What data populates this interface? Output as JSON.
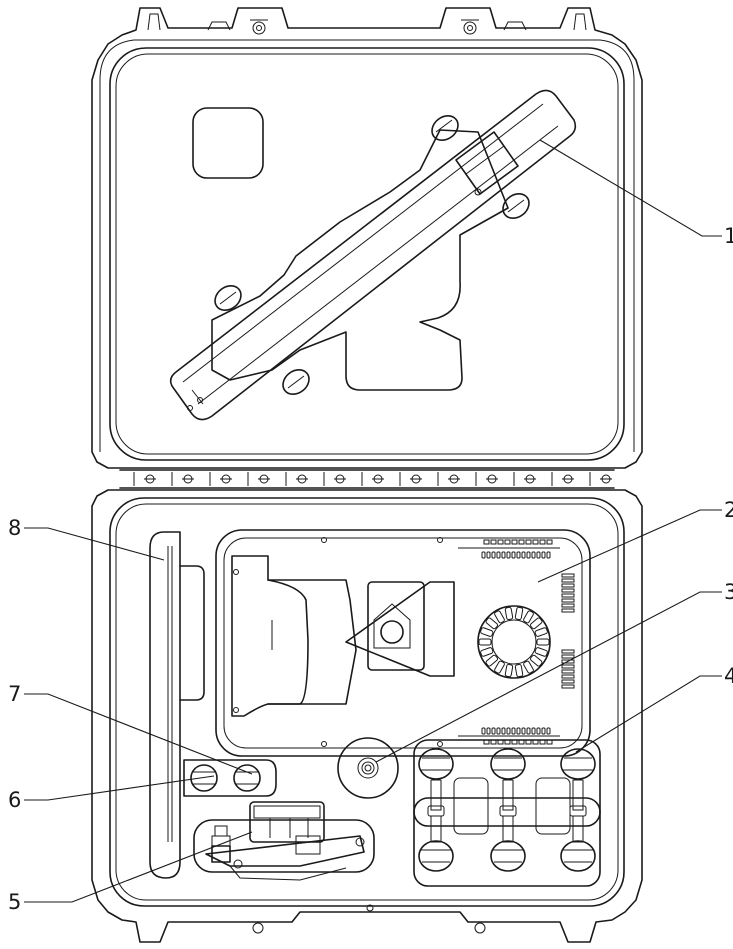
{
  "callouts": [
    {
      "id": "1",
      "text": "1",
      "part": "monopod"
    },
    {
      "id": "2",
      "text": "2",
      "part": "base-plate"
    },
    {
      "id": "3",
      "text": "3",
      "part": "knob"
    },
    {
      "id": "4",
      "text": "4",
      "part": "feet-set"
    },
    {
      "id": "5",
      "text": "5",
      "part": "clamp-module"
    },
    {
      "id": "6",
      "text": "6",
      "part": "screw-left"
    },
    {
      "id": "7",
      "text": "7",
      "part": "screw-right"
    },
    {
      "id": "8",
      "text": "8",
      "part": "rod"
    }
  ]
}
